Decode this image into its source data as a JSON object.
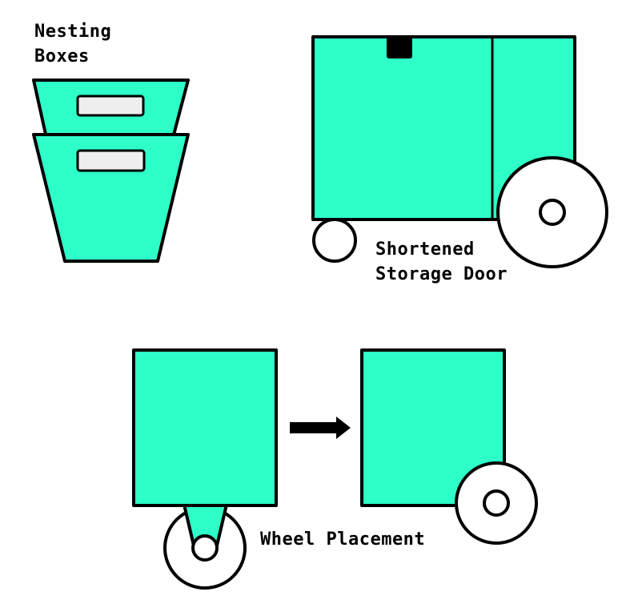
{
  "colors": {
    "fill": "#2effc9",
    "stroke": "#000000",
    "handle": "#eeeeee",
    "wheel": "#ffffff",
    "latch": "#000000",
    "background": "#ffffff"
  },
  "labels": {
    "nesting_line1": "Nesting",
    "nesting_line2": "Boxes",
    "storage_line1": "Shortened",
    "storage_line2": "Storage Door",
    "wheel_placement": "Wheel Placement"
  },
  "icons": {
    "arrow": "right-arrow-icon",
    "wheel": "wheel-icon",
    "box": "nesting-box-icon",
    "latch": "latch-icon"
  }
}
